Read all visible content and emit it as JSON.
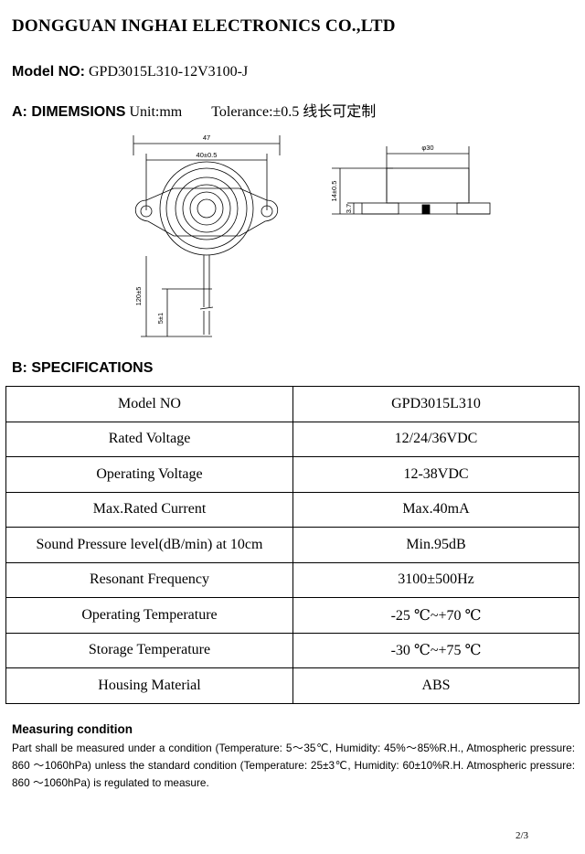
{
  "header": {
    "company": "DONGGUAN INGHAI  ELECTRONICS CO.,LTD",
    "model_label": "Model NO:",
    "model_value": "GPD3015L310-12V3100-J"
  },
  "dimensions": {
    "label": "A: DIMEMSIONS",
    "unit": "Unit:mm",
    "tolerance": "Tolerance:±0.5  线长可定制",
    "drawing_labels": {
      "width_total": "47",
      "width_holes": "40±0.5",
      "diameter": "φ30",
      "height": "14±0.5",
      "pin_height": "3.7",
      "wire_length": "120±5",
      "strip_length": "5±1"
    }
  },
  "specifications": {
    "label": "B: SPECIFICATIONS",
    "rows": [
      {
        "name": "Model NO",
        "value": "GPD3015L310"
      },
      {
        "name": "Rated Voltage",
        "value": "12/24/36VDC"
      },
      {
        "name": "Operating Voltage",
        "value": "12-38VDC"
      },
      {
        "name": "Max.Rated Current",
        "value": "Max.40mA"
      },
      {
        "name": "Sound Pressure level(dB/min) at 10cm",
        "value": "Min.95dB"
      },
      {
        "name": "Resonant Frequency",
        "value": "3100±500Hz"
      },
      {
        "name": "Operating Temperature",
        "value": "-25  ℃~+70  ℃"
      },
      {
        "name": "Storage Temperature",
        "value": "-30  ℃~+75  ℃"
      },
      {
        "name": "Housing Material",
        "value": "ABS"
      }
    ]
  },
  "measuring": {
    "title": "Measuring condition",
    "text": "Part shall be measured under a condition (Temperature: 5～35℃, Humidity: 45%～85%R.H., Atmospheric pressure: 860 ～1060hPa) unless the standard condition (Temperature: 25±3℃, Humidity: 60±10%R.H. Atmospheric pressure: 860 ～1060hPa) is regulated to measure."
  },
  "footer": {
    "page": "2/3"
  }
}
